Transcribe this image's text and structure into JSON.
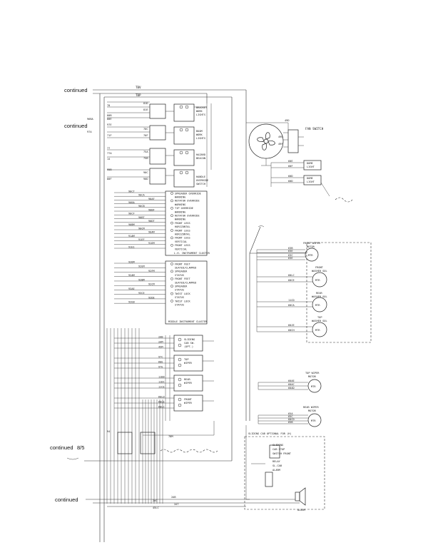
{
  "continued": [
    "continued",
    "continued",
    "continued",
    "continued"
  ],
  "continued_ref": "8/5",
  "top_wires": [
    "TBV",
    "TBP"
  ],
  "switches": [
    {
      "l1": "BRACKET",
      "l2": "WORK",
      "l3": "LIGHTS",
      "wires": [
        "81D",
        "81E"
      ]
    },
    {
      "l1": "BOOM",
      "l2": "WORK",
      "l3": "LIGHTS",
      "wires": [
        "70C",
        "70F"
      ]
    },
    {
      "l1": "HAZARD",
      "l2": "BEACON",
      "l3": "",
      "wires": [
        "75A",
        "75B"
      ]
    },
    {
      "l1": "HANDLE",
      "l2": "OVERRIDE",
      "l3": "SWITCH",
      "wires": [
        "90C",
        "90D"
      ]
    }
  ],
  "left_wires": [
    "70",
    "80B",
    "80E",
    "96BA",
    "97E",
    "97A",
    "71F",
    "77",
    "77A",
    "14",
    "95B",
    "80F"
  ],
  "lh_cluster": {
    "title": "L.H. INSTRUMENT CLUSTER",
    "lamps": [
      "SPREADER OVERRIDE",
      "WARNING",
      "ROTATOR OVERRIDE",
      "WARNING",
      "TIP OVERRIDE",
      "WARNING",
      "ROTATOR OVERRIDE",
      "WARNING",
      "FRONT LEGS",
      "HORIZONTAL",
      "FRONT LEGS",
      "HORIZONTAL",
      "FRONT LEGS",
      "VERTICAL",
      "FRONT LEGS",
      "VERTICAL"
    ],
    "wires": [
      "90CT",
      "90CA",
      "90AF",
      "90BA",
      "90CB",
      "90BF",
      "90CF",
      "90BT",
      "90DT",
      "90BM",
      "90CM",
      "90AM",
      "91AM",
      "91EF",
      "91EM",
      "91E1"
    ]
  },
  "middle_cluster": {
    "title": "MIDDLE INSTRUMENT CLUSTER",
    "lamps": [
      "FRONT FEET",
      "SEATED/CLAMPED",
      "SPREADER",
      "STATUS",
      "FRONT FEET",
      "SEATED/CLAMPED",
      "SPREADER",
      "STATUS",
      "TWIST LOCK",
      "STATUS",
      "TWIST LOCK",
      "STATUS"
    ],
    "wires": [
      "92DM",
      "92EM",
      "92FM",
      "92AM",
      "92BM",
      "92CM",
      "93AE",
      "93CE",
      "92DE",
      "92EB"
    ]
  },
  "fan": {
    "label": "FAN SWITCH",
    "wires": [
      "49D",
      "49E",
      "49F"
    ]
  },
  "dome_lights": [
    {
      "label": "DOME",
      "label2": "LIGHT",
      "wires": [
        "60E",
        "60F"
      ]
    },
    {
      "label": "DOME",
      "label2": "LIGHT",
      "wires": [
        "60D",
        "60D"
      ]
    }
  ],
  "washers": [
    {
      "title": "FRONT WIPER",
      "title2": "MOTOR",
      "wires": [
        "63B",
        "63E",
        "63C",
        "63E"
      ]
    },
    {
      "title": "FRONT",
      "title2": "WASHER SOL",
      "wires": [
        "60LC",
        "60CE"
      ]
    },
    {
      "title": "REAR",
      "title2": "WASHER SOL",
      "wires": [
        "11CD",
        "60CA"
      ]
    },
    {
      "title": "TOP",
      "title2": "WASHER SOL",
      "wires": [
        "60JE",
        "60CH"
      ]
    }
  ],
  "wiper_switches": [
    {
      "l1": "SLIDING",
      "l2": "CAB SW.",
      "l3": "(OPT.)",
      "wires": [
        "2AB",
        "2AM",
        "45M"
      ]
    },
    {
      "l1": "TOP",
      "l2": "WIPER",
      "l3": "",
      "wires": [
        "97C",
        "60E",
        "97E"
      ]
    },
    {
      "l1": "REAR",
      "l2": "WIPER",
      "l3": "",
      "wires": [
        "11DD",
        "11DC",
        "11CE"
      ]
    },
    {
      "l1": "FRONT",
      "l2": "WIPER",
      "l3": "",
      "wires": [
        "60LD",
        "60LE",
        "60LC"
      ]
    }
  ],
  "top_wiper": {
    "title": "TOP WIPER",
    "title2": "MOTOR",
    "wires": [
      "60AE",
      "60AC",
      "60AD"
    ]
  },
  "rear_wiper": {
    "title": "REAR WIPER",
    "title2": "MOTOR",
    "wires": [
      "65A",
      "65C",
      "60CD",
      "65B"
    ]
  },
  "sliding_cab": {
    "title": "SLIDING CAB OPTIONAL FOR (H)",
    "l1": "SLIDING",
    "l2": "CAB STOP",
    "l3": "SWITCH FRONT",
    "r1": "RELAY",
    "r2": "SL.CAB",
    "r3": "ALARM",
    "alarm": "ALARM"
  },
  "bottom_wires": [
    "2AB",
    "2AC",
    "45LC",
    "2AT"
  ],
  "mid_wires": [
    "78M",
    "94"
  ]
}
